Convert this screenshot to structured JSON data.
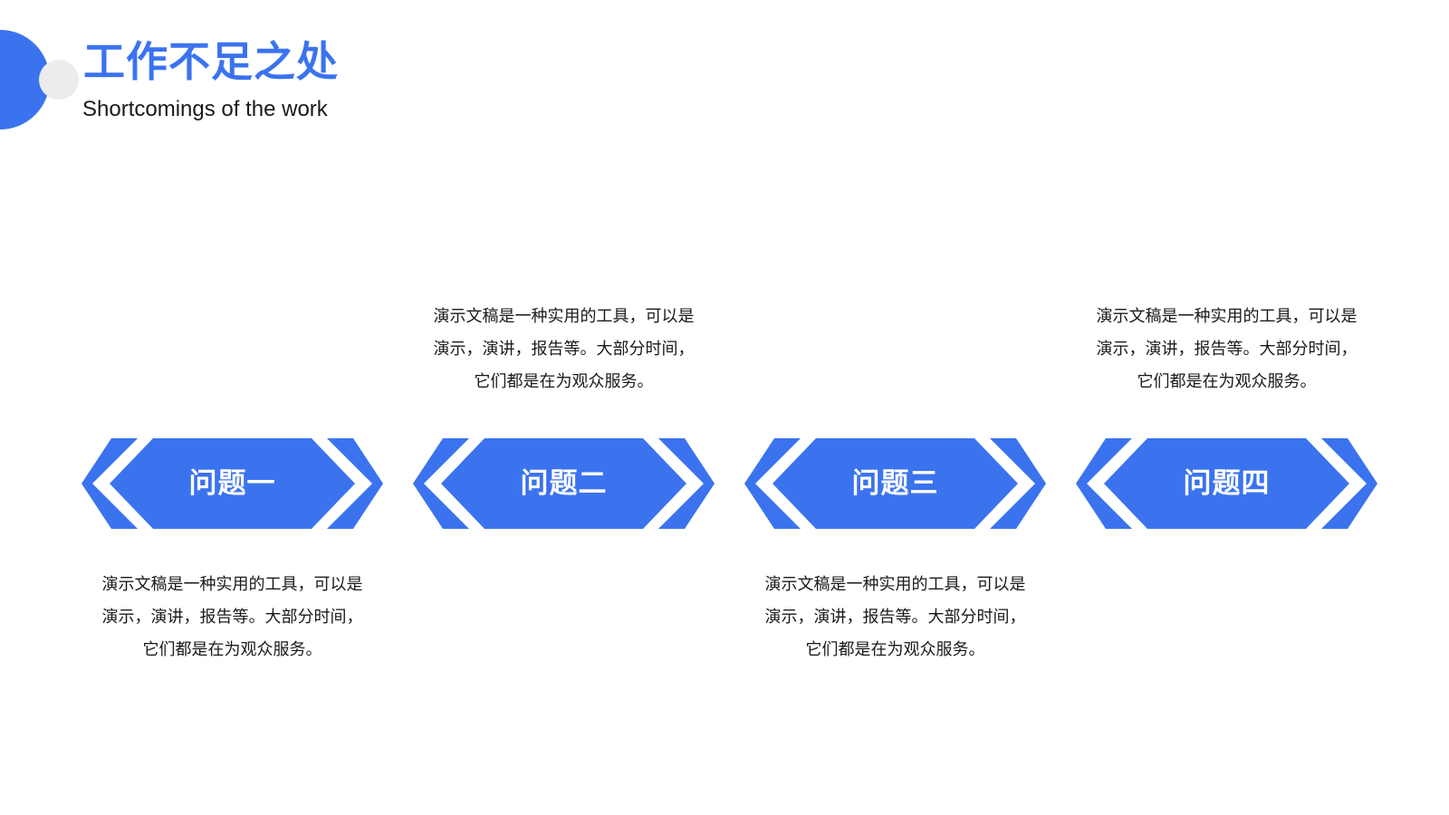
{
  "header": {
    "title": "工作不足之处",
    "subtitle": "Shortcomings of the work"
  },
  "colors": {
    "accent": "#3b73ef",
    "deco_circle": "#ececec",
    "text": "#1a1a1a"
  },
  "items": [
    {
      "label": "问题一",
      "text_position": "bottom",
      "lines": [
        "演示文稿是一种实用的工具，可以是",
        "演示，演讲，报告等。大部分时间，",
        "它们都是在为观众服务。"
      ]
    },
    {
      "label": "问题二",
      "text_position": "top",
      "lines": [
        "演示文稿是一种实用的工具，可以是",
        "演示，演讲，报告等。大部分时间，",
        "它们都是在为观众服务。"
      ]
    },
    {
      "label": "问题三",
      "text_position": "bottom",
      "lines": [
        "演示文稿是一种实用的工具，可以是",
        "演示，演讲，报告等。大部分时间，",
        "它们都是在为观众服务。"
      ]
    },
    {
      "label": "问题四",
      "text_position": "top",
      "lines": [
        "演示文稿是一种实用的工具，可以是",
        "演示，演讲，报告等。大部分时间，",
        "它们都是在为观众服务。"
      ]
    }
  ]
}
